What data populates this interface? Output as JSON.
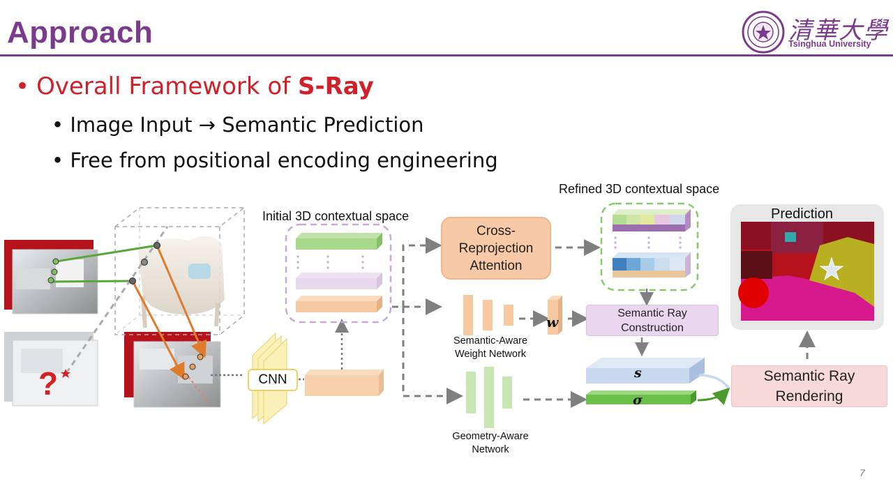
{
  "slide": {
    "title": "Approach",
    "university_cn": "清華大學",
    "university_en": "Tsinghua University",
    "bullet_main_prefix": "Overall Framework of ",
    "bullet_main_emph": "S-Ray",
    "bullets_sub": [
      "Image Input → Semantic Prediction",
      "Free from positional encoding engineering"
    ],
    "page_number": "7"
  },
  "diagram": {
    "label_initial": "Initial 3D contextual space",
    "label_refined": "Refined 3D contextual space",
    "cnn": "CNN",
    "cross_attention": "Cross-\nReprojection\nAttention",
    "weight_network": "Semantic-Aware\nWeight Network",
    "w_symbol": "w",
    "semantic_ray_construction": "Semantic Ray\nConstruction",
    "s_symbol": "s",
    "sigma_symbol": "σ",
    "geometry_network": "Geometry-Aware\nNetwork",
    "rendering": "Semantic Ray\nRendering",
    "prediction": "Prediction",
    "query_mark": "?",
    "colors": {
      "accent_purple": "#7a3b8c",
      "bullet_red": "#d0202a",
      "attention_fill": "#f7c9a6",
      "construction_fill": "#ead6ee",
      "rendering_fill": "#f8d9d9",
      "s_fill": "#c8d8ee",
      "sigma_fill": "#6cbf4a"
    }
  }
}
